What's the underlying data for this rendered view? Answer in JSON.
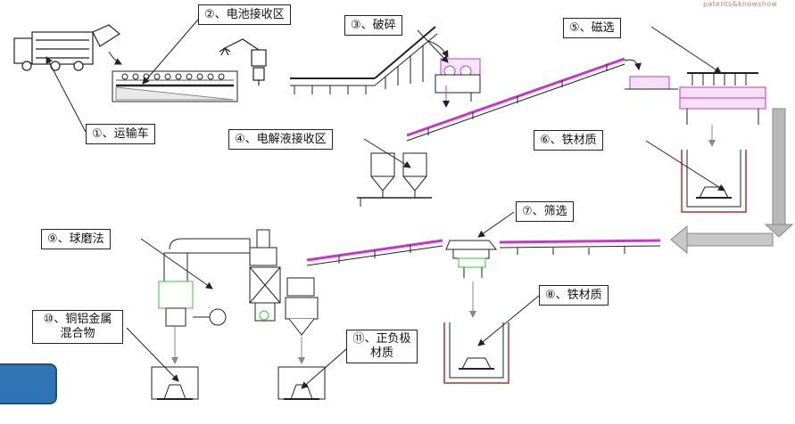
{
  "watermark": "patents&knowshow",
  "labels": {
    "transport_truck": "①、运输车",
    "battery_receiving": "②、电池接收区",
    "crushing": "③、破碎",
    "electrolyte_receiving": "④、电解液接收区",
    "magnetic_separation": "⑤、磁选",
    "iron_material_1": "⑥、铁材质",
    "screening": "⑦、筛选",
    "iron_material_2": "⑧、铁材质",
    "ball_milling": "⑨、球磨法",
    "copper_aluminum_mix": "⑩、铜铝金属混合物",
    "electrode_material": "⑪、正负极材质"
  },
  "colors": {
    "equipment_line": "#222222",
    "conveyor_accent": "#cc33cc",
    "green_accent": "#33cc33",
    "flow_arrow": "#9a9a9a",
    "bin_accent": "#b03030",
    "button_fill": "#2f74b5"
  }
}
